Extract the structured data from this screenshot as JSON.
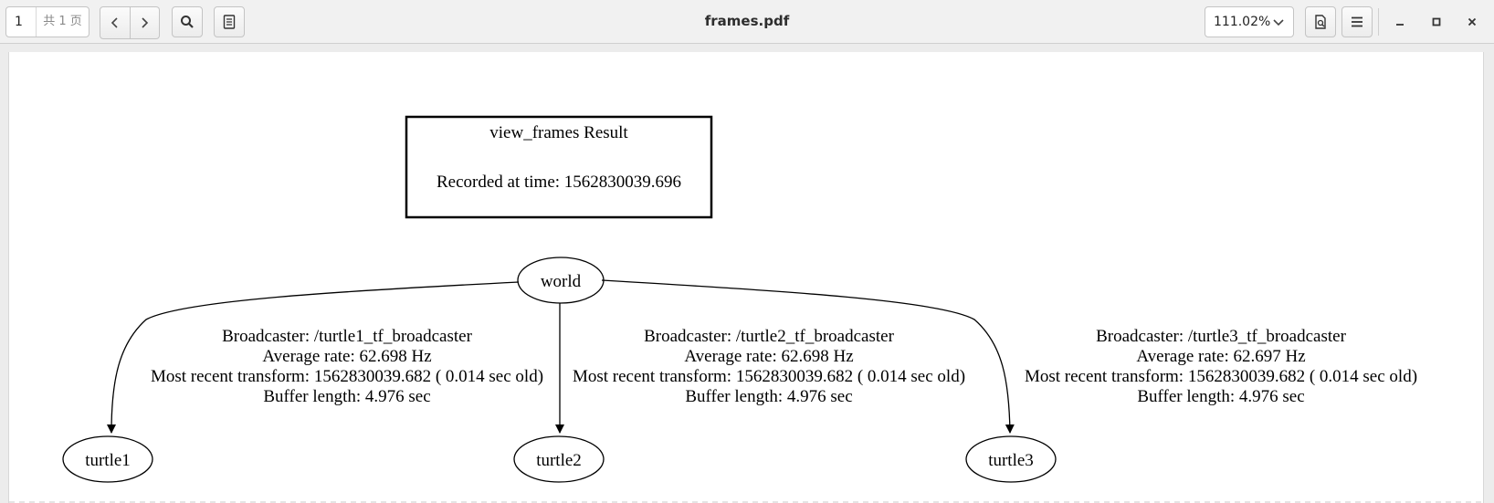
{
  "toolbar": {
    "page_current": "1",
    "page_total": "共 1 页",
    "title": "frames.pdf",
    "zoom": "111.02%"
  },
  "icons": {
    "prev": "chevron-left-icon",
    "next": "chevron-right-icon",
    "search": "search-icon",
    "sidebar": "document-outline-icon",
    "zoom_dropdown": "chevron-down-icon",
    "annotations": "document-annotate-icon",
    "menu": "hamburger-menu-icon",
    "minimize": "minimize-icon",
    "maximize": "maximize-icon",
    "close": "close-icon"
  },
  "graph": {
    "result_box": {
      "title": "view_frames Result",
      "recorded": "Recorded at time: 1562830039.696"
    },
    "root": "world",
    "children": [
      {
        "name": "turtle1",
        "broadcaster": "Broadcaster: /turtle1_tf_broadcaster",
        "rate": "Average rate: 62.698 Hz",
        "recent": "Most recent transform: 1562830039.682 ( 0.014 sec old)",
        "buffer": "Buffer length: 4.976 sec"
      },
      {
        "name": "turtle2",
        "broadcaster": "Broadcaster: /turtle2_tf_broadcaster",
        "rate": "Average rate: 62.698 Hz",
        "recent": "Most recent transform: 1562830039.682 ( 0.014 sec old)",
        "buffer": "Buffer length: 4.976 sec"
      },
      {
        "name": "turtle3",
        "broadcaster": "Broadcaster: /turtle3_tf_broadcaster",
        "rate": "Average rate: 62.697 Hz",
        "recent": "Most recent transform: 1562830039.682 ( 0.014 sec old)",
        "buffer": "Buffer length: 4.976 sec"
      }
    ]
  }
}
